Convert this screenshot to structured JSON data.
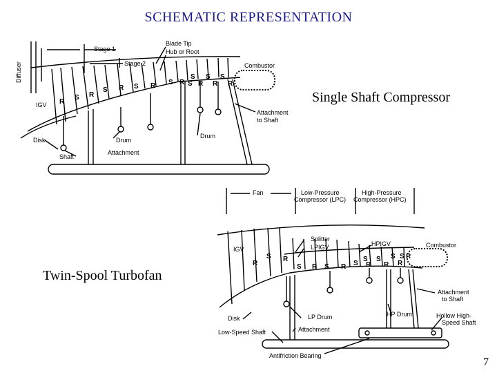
{
  "title": "SCHEMATIC REPRESENTATION",
  "captions": {
    "single_shaft": "Single Shaft Compressor",
    "twin_spool": "Twin-Spool Turbofan"
  },
  "page_number": "7",
  "diagram1": {
    "labels": {
      "diffuser": "Diffuser",
      "stage1": "Stage 1",
      "stage2": "Stage 2",
      "blade_tip": "Blade Tip",
      "hub_or_root": "Hub or Root",
      "combustor": "Combustor",
      "igv": "IGV",
      "attachment_to_shaft_1": "Attachment",
      "attachment_to_shaft_2": "to Shaft",
      "drum_a": "Drum",
      "drum_b": "Drum",
      "disk": "Disk",
      "shaft": "Shaft",
      "attachment": "Attachment"
    },
    "blade_letters": [
      "R",
      "S",
      "R",
      "S",
      "R",
      "S",
      "R",
      "S",
      "R",
      "S",
      "R",
      "S",
      "R",
      "S",
      "R",
      "S"
    ]
  },
  "diagram2": {
    "labels": {
      "fan": "Fan",
      "lpc_1": "Low-Pressure",
      "lpc_2": "Compressor (LPC)",
      "hpc_1": "High-Pressure",
      "hpc_2": "Compressor (HPC)",
      "splitter": "Splitter",
      "lpigv": "LPIGV",
      "hpigv": "HPIGV",
      "combustor": "Combustor",
      "igv": "IGV",
      "attach_shaft_1": "Attachment",
      "attach_shaft_2": "to Shaft",
      "lp_drum": "LP Drum",
      "hp_drum": "HP Drum",
      "disk": "Disk",
      "attachment": "Attachment",
      "hollow_1": "Hollow High-",
      "hollow_2": "Speed Shaft",
      "low_speed_shaft": "Low-Speed Shaft",
      "bearing": "Antifriction Bearing"
    },
    "blade_letters": [
      "R",
      "S",
      "R",
      "S",
      "R",
      "S",
      "R",
      "S",
      "R",
      "S",
      "R",
      "S",
      "R",
      "S",
      "R",
      "S"
    ]
  }
}
